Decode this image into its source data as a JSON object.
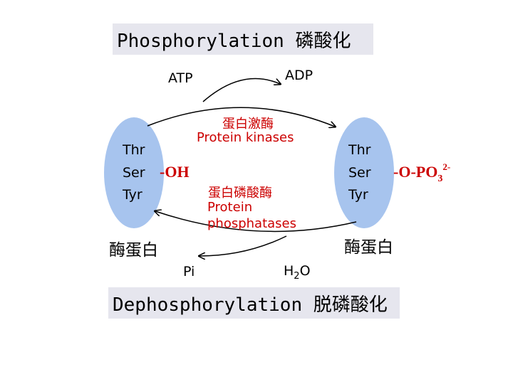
{
  "phosphorylation_label": "Phosphorylation 磷酸化",
  "dephosphorylation_label": "Dephosphorylation 脱磷酸化",
  "atp": "ATP",
  "adp": "ADP",
  "pi": "Pi",
  "h2o": {
    "h": "H",
    "sub": "2",
    "o": "O"
  },
  "kinase_cn": "蛋白激酶",
  "kinase_en": "Protein kinases",
  "phosphatase_cn": "蛋白磷酸酶",
  "phosphatase_en_1": "Protein",
  "phosphatase_en_2": "phosphatases",
  "left_residues": [
    "Thr",
    "Ser",
    "Tyr"
  ],
  "right_residues": [
    "Thr",
    "Ser",
    "Tyr"
  ],
  "left_group": "-OH",
  "right_group": {
    "main": "-O-PO",
    "sub": "3",
    "sup": "2-"
  },
  "left_enzyme": "酶蛋白",
  "right_enzyme": "酶蛋白",
  "colors": {
    "ellipse": "#a7c4ee",
    "red": "#cc0000",
    "box": "#e6e6ee",
    "arrow": "#000000"
  }
}
